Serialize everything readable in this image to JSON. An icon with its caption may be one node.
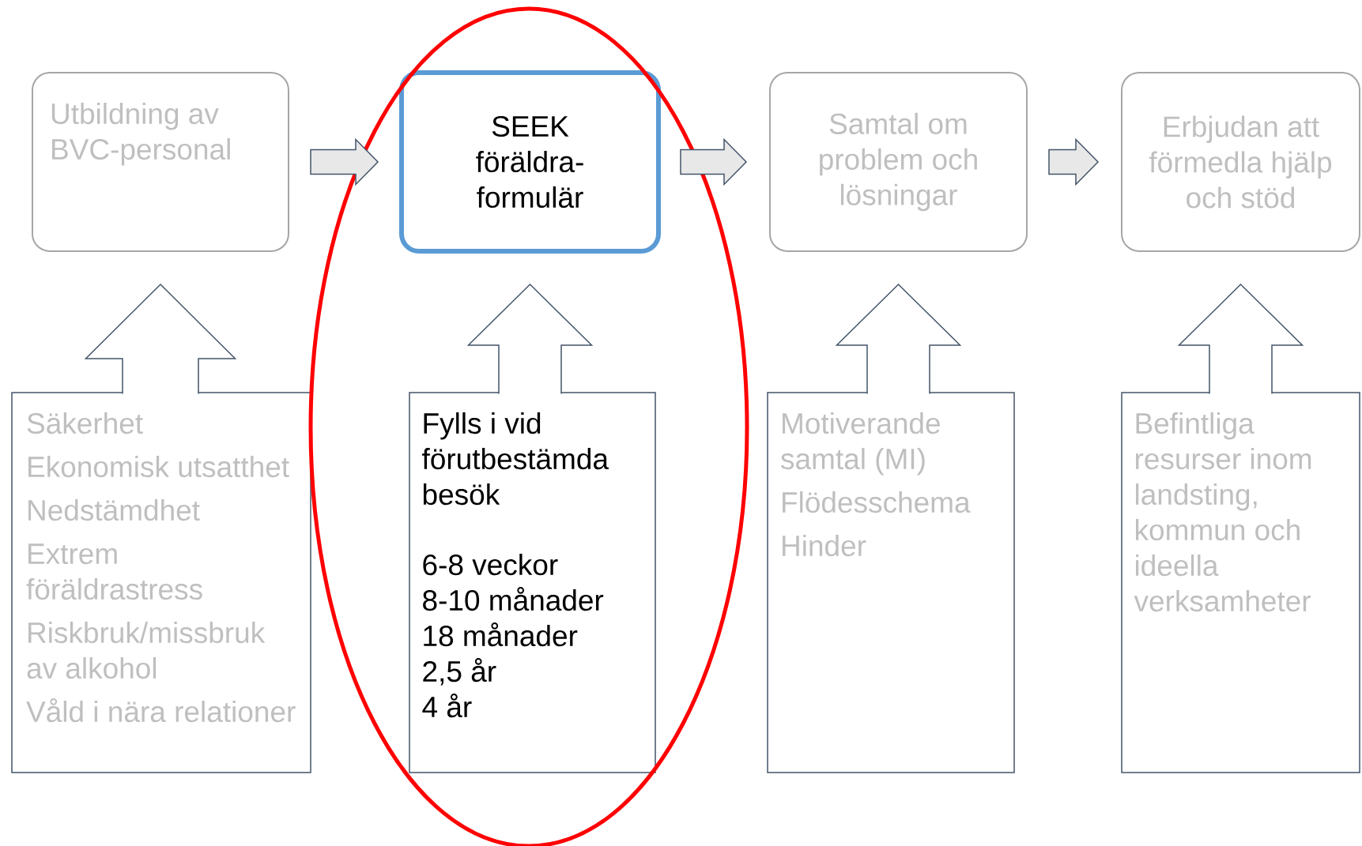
{
  "diagram": {
    "nodes": [
      {
        "text": [
          "Utbildning av BVC-personal"
        ]
      },
      {
        "text": [
          "SEEK föräldra-formulär"
        ]
      },
      {
        "text": [
          "Samtal om problem och lösningar"
        ]
      },
      {
        "text": [
          "Erbjudan att förmedla hjälp och stöd"
        ]
      },
      {
        "text": [
          "Säkerhet",
          "Ekonomisk utsatthet",
          "Nedstämdhet",
          "Extrem föräldrastress",
          "Riskbruk/missbruk av alkohol",
          "Våld i nära relationer"
        ]
      },
      {
        "text": [
          "Fylls i vid förutbestämda besök",
          "6-8 veckor",
          "8-10 månader",
          "18 månader",
          "2,5 år",
          "4 år"
        ]
      },
      {
        "text": [
          "Motiverande samtal (MI)",
          "Flödesschema",
          "Hinder"
        ]
      },
      {
        "text": [
          "Befintliga resurser inom landsting, kommun och ideella verksamheter"
        ]
      }
    ],
    "edges": [
      {
        "from": 0,
        "to": 1,
        "arrow": "to"
      },
      {
        "from": 1,
        "to": 2,
        "arrow": "to"
      },
      {
        "from": 2,
        "to": 3,
        "arrow": "to"
      },
      {
        "from": 4,
        "to": 0,
        "arrow": "to"
      },
      {
        "from": 5,
        "to": 1,
        "arrow": "to"
      },
      {
        "from": 6,
        "to": 2,
        "arrow": "to"
      },
      {
        "from": 7,
        "to": 3,
        "arrow": "to"
      }
    ]
  }
}
